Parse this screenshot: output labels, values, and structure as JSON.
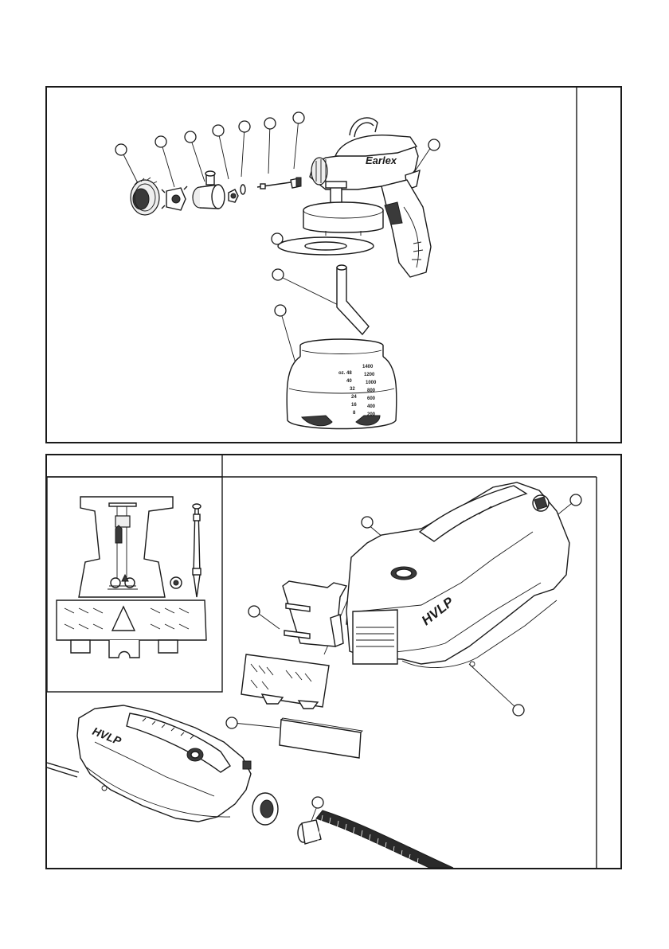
{
  "figure": {
    "panel_top": {
      "gun_brand": "Earlex",
      "container_scale_left": [
        "oz. 48",
        "40",
        "32",
        "24",
        "16",
        "8"
      ],
      "container_scale_right": [
        "1400",
        "1200",
        "1000",
        "800",
        "600",
        "400",
        "200"
      ]
    },
    "panel_bottom": {
      "unit_label_main": "HVLP",
      "unit_label_secondary": "HVLP"
    }
  },
  "colors": {
    "line": "#1a1a1a",
    "background": "#ffffff",
    "hose": "#2a2a2a"
  }
}
